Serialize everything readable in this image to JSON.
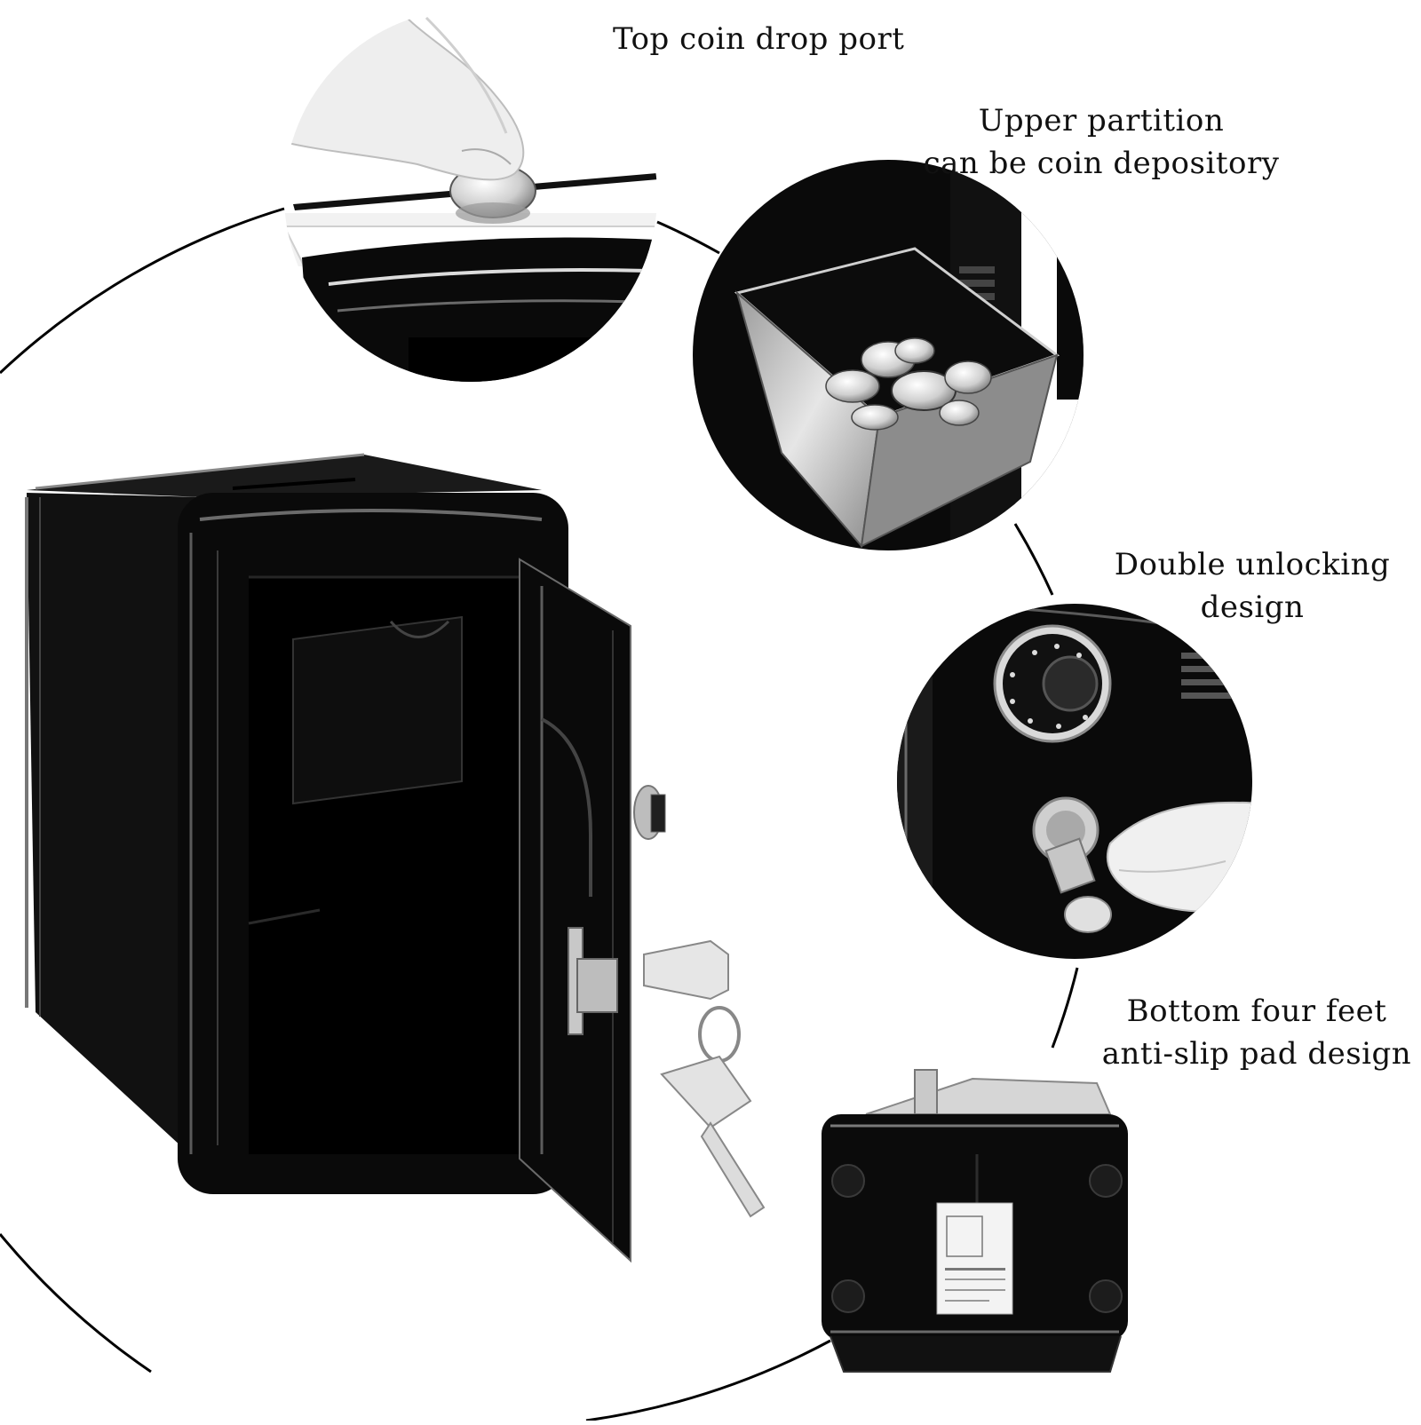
{
  "captions": {
    "top_coin_drop_port": "Top coin drop port",
    "upper_partition_line1": "Upper partition",
    "upper_partition_line2": "can be coin depository",
    "double_unlocking_line1": "Double unlocking",
    "double_unlocking_line2": "design",
    "bottom_feet_line1": "Bottom four feet",
    "bottom_feet_line2": "anti-slip pad design"
  },
  "colors": {
    "background": "#ffffff",
    "safe_body": "#0a0a0a",
    "highlight": "#e8e8e8",
    "text": "#111111"
  }
}
